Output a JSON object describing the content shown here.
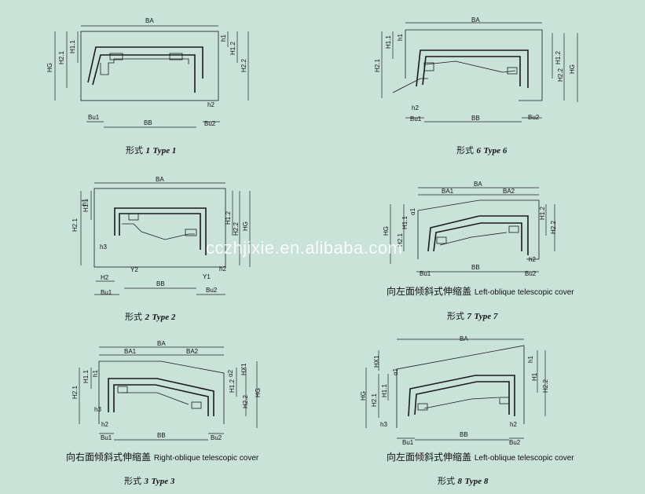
{
  "watermark": "cczhjixie.en.alibaba.com",
  "labels": {
    "BA": "BA",
    "BB": "BB",
    "BA1": "BA1",
    "BA2": "BA2",
    "HG": "HG",
    "H1_1": "H1.1",
    "H1_2": "H1.2",
    "H2_1": "H2.1",
    "H2_2": "H2.2",
    "h1": "h1",
    "h2": "h2",
    "h3": "h3",
    "Bu1": "Bu1",
    "Bu2": "Bu2",
    "Y1": "Y1",
    "Y2": "Y2",
    "H2": "H2",
    "HX1": "HX1",
    "alpha1": "α1",
    "alpha2": "α2",
    "H1": "H1"
  },
  "panels": [
    {
      "id": "type1",
      "caption_zh": "形式",
      "caption_num": "1",
      "caption_en": "Type 1",
      "desc_zh": "",
      "desc_en": ""
    },
    {
      "id": "type2",
      "caption_zh": "形式",
      "caption_num": "2",
      "caption_en": "Type 2",
      "desc_zh": "",
      "desc_en": ""
    },
    {
      "id": "type3",
      "caption_zh": "形式",
      "caption_num": "3",
      "caption_en": "Type 3",
      "desc_zh": "向右面倾斜式伸缩盖",
      "desc_en": "Right-oblique telescopic cover"
    },
    {
      "id": "type6",
      "caption_zh": "形式",
      "caption_num": "6",
      "caption_en": "Type 6",
      "desc_zh": "",
      "desc_en": ""
    },
    {
      "id": "type7",
      "caption_zh": "形式",
      "caption_num": "7",
      "caption_en": "Type 7",
      "desc_zh": "向左面倾斜式伸缩盖",
      "desc_en": "Left-oblique telescopic cover"
    },
    {
      "id": "type8",
      "caption_zh": "形式",
      "caption_num": "8",
      "caption_en": "Type 8",
      "desc_zh": "向左面倾斜式伸缩盖",
      "desc_en": "Left-oblique telescopic cover"
    }
  ]
}
